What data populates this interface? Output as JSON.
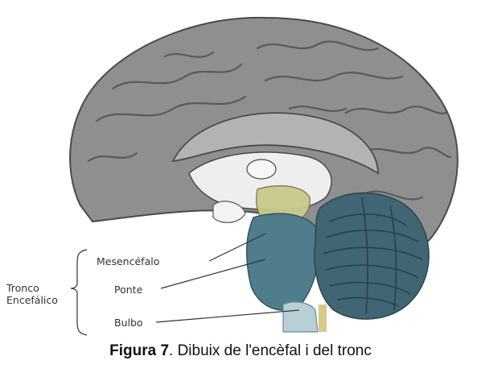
{
  "labels": {
    "group_line1": "Tronco",
    "group_line2": "Encefálico",
    "mesencefalo": "Mesencéfalo",
    "ponte": "Ponte",
    "bulbo": "Bulbo"
  },
  "caption": {
    "bold": "Figura 7",
    "rest": ". Dibuix de l'encèfal i del tronc"
  },
  "colors": {
    "cortex": "#8f8f8f",
    "cortex_dark": "#5a5a5a",
    "midbrain_highlight": "#c9c98a",
    "pons_highlight": "#4f7d8c",
    "cerebellum": "#3f6672",
    "medulla_highlight": "#b9cfd6",
    "caption_bar": "#ffffff"
  }
}
